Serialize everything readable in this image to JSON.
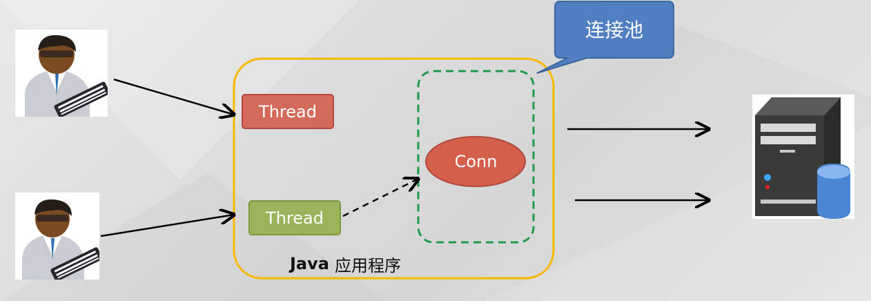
{
  "diagram": {
    "callout_label": "连接池",
    "thread_top_label": "Thread",
    "thread_bottom_label": "Thread",
    "conn_label": "Conn",
    "app_label_bold": "Java",
    "app_label_rest": "应用程序"
  },
  "icons": {
    "user_top": "user-at-keyboard-icon",
    "user_bottom": "user-at-keyboard-icon",
    "server": "database-server-icon"
  },
  "colors": {
    "app_border": "#f6b900",
    "pool_border": "#1f9a4d",
    "thread_red": "#d46a5a",
    "thread_green": "#9bb35b",
    "conn_fill": "#d45f4a",
    "callout_fill": "#4f7fc2"
  }
}
